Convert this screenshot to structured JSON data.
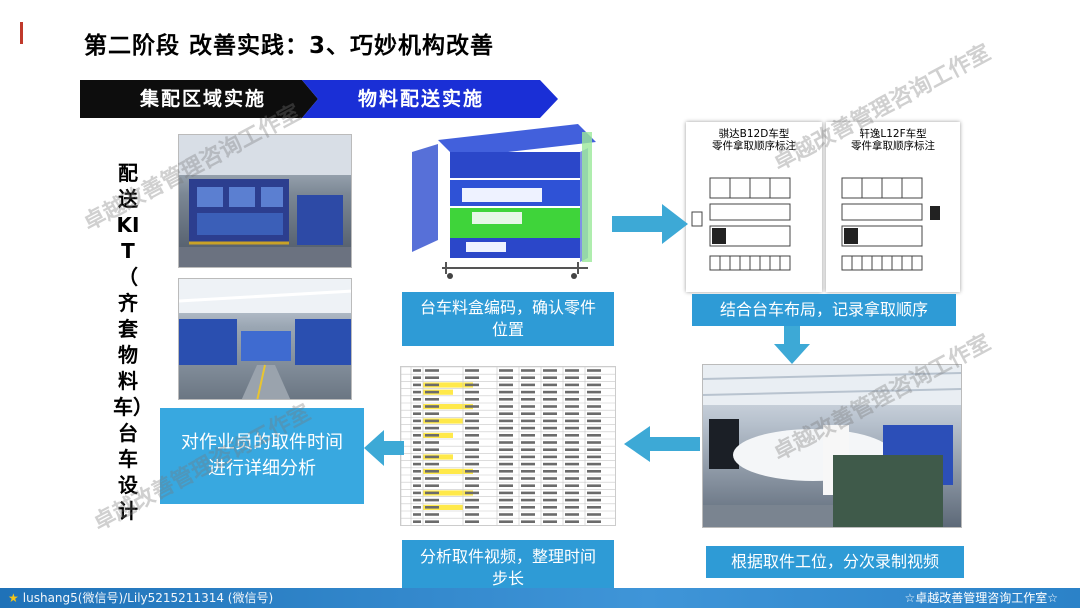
{
  "title": "第二阶段 改善实践：3、巧妙机构改善",
  "stages": [
    {
      "label": "集配区域实施",
      "color": "#0d0d0d"
    },
    {
      "label": "物料配送实施",
      "color": "#1a2fd6"
    }
  ],
  "side_title": "配送KIT（齐套物料车）台车 设计",
  "labels": {
    "box_coding": "台车料盒编码，确认零件位置",
    "layout_record": "结合台车布局，记录拿取顺序",
    "video_analysis": "分析取件视频，整理时间步长",
    "station_record": "根据取件工位，分次录制视频",
    "operator_analysis": "对作业员的取件时间进行详细分析"
  },
  "sheets": [
    {
      "title_line1": "骐达B12D车型",
      "title_line2": "零件拿取顺序标注"
    },
    {
      "title_line1": "轩逸L12F车型",
      "title_line2": "零件拿取顺序标注"
    }
  ],
  "watermark": "卓越改善管理咨询工作室",
  "footer": {
    "left": "lushang5(微信号)/Lily5215211314 (微信号)",
    "right": "☆卓越改善管理咨询工作室☆"
  },
  "colors": {
    "label_blue": "#2e9bd6",
    "arrow_teal": "#3da9d6",
    "accent_red": "#c0392b"
  }
}
